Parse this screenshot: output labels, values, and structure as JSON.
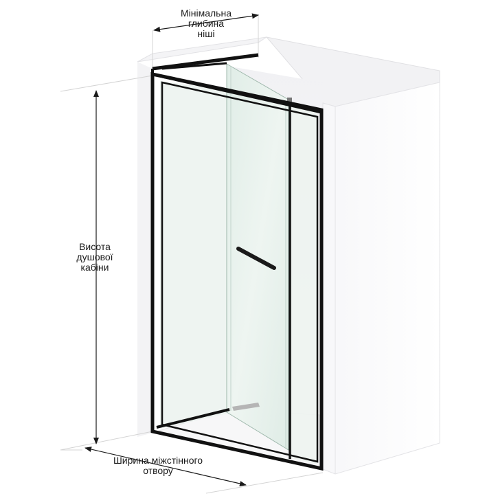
{
  "diagram": {
    "colors": {
      "frame": "#111111",
      "wall": "#f3f3f5",
      "wall_edge": "#dcdcdf",
      "glass": "#eaf1ee",
      "glass_door": "#e3efe9",
      "dimension_line": "#1a1a1a",
      "extension_line": "#cfcfcf"
    },
    "labels": {
      "depth": [
        "Мінімальна",
        "глибина",
        "ніші"
      ],
      "height": [
        "Висота",
        "душової",
        "кабіни"
      ],
      "width": [
        "Ширина міжстінного",
        "отвору"
      ]
    }
  }
}
